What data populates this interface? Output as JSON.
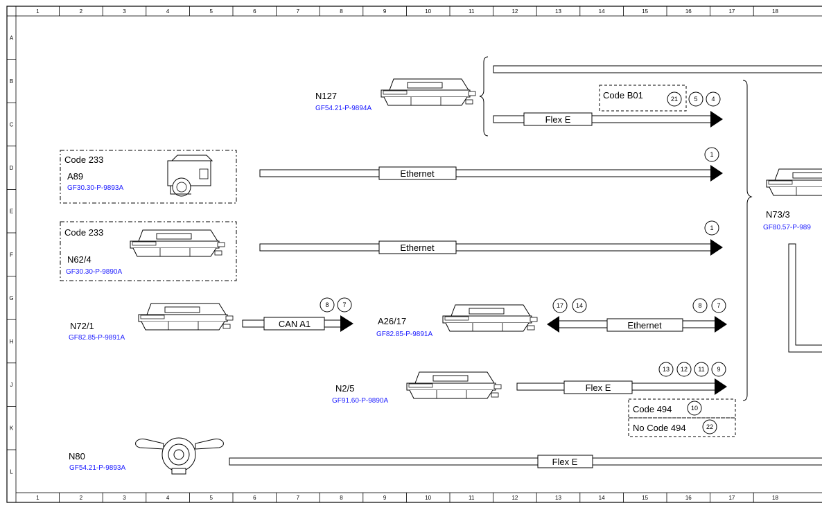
{
  "grid": {
    "columns": [
      "1",
      "2",
      "3",
      "4",
      "5",
      "6",
      "7",
      "8",
      "9",
      "10",
      "11",
      "12",
      "13",
      "14",
      "15",
      "16",
      "17",
      "18"
    ],
    "rows": [
      "A",
      "B",
      "C",
      "D",
      "E",
      "F",
      "G",
      "H",
      "J",
      "K",
      "L"
    ]
  },
  "components": {
    "n127": {
      "name": "N127",
      "ref": "GF54.21-P-9894A"
    },
    "a89": {
      "code": "Code 233",
      "name": "A89",
      "ref": "GF30.30-P-9893A"
    },
    "n62_4": {
      "code": "Code 233",
      "name": "N62/4",
      "ref": "GF30.30-P-9890A"
    },
    "n72_1": {
      "name": "N72/1",
      "ref": "GF82.85-P-9891A"
    },
    "a26_17": {
      "name": "A26/17",
      "ref": "GF82.85-P-9891A"
    },
    "n2_5": {
      "name": "N2/5",
      "ref": "GF91.60-P-9890A"
    },
    "n80": {
      "name": "N80",
      "ref": "GF54.21-P-9893A"
    },
    "n73_3": {
      "name": "N73/3",
      "ref": "GF80.57-P-989"
    }
  },
  "buses": {
    "flex_e_top": "Flex E",
    "ethernet_a89": "Ethernet",
    "ethernet_n62": "Ethernet",
    "can_a1": "CAN A1",
    "ethernet_a26": "Ethernet",
    "flex_e_n2": "Flex E",
    "flex_e_n80": "Flex E"
  },
  "codes": {
    "b01": "Code B01",
    "c494": "Code 494",
    "no494": "No Code 494"
  },
  "circles": {
    "b01": [
      "21",
      "5",
      "4"
    ],
    "a89": [
      "1"
    ],
    "n62": [
      "1"
    ],
    "can": [
      "8",
      "7"
    ],
    "a26_left": [
      "17",
      "14"
    ],
    "a26_right": [
      "8",
      "7"
    ],
    "n2": [
      "13",
      "12",
      "11",
      "9"
    ],
    "c494": [
      "10"
    ],
    "no494": [
      "22"
    ]
  }
}
